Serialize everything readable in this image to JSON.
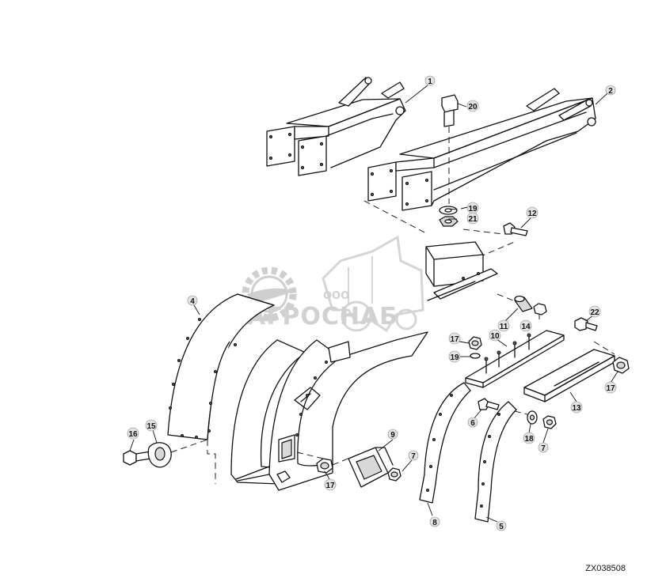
{
  "watermark": {
    "company_prefix": "ООО",
    "company_name": "АГРОСНАБ"
  },
  "drawing_code": "ZX038508",
  "callouts": [
    {
      "id": "c1",
      "label": "1"
    },
    {
      "id": "c2",
      "label": "2"
    },
    {
      "id": "c20",
      "label": "20"
    },
    {
      "id": "c19a",
      "label": "19"
    },
    {
      "id": "c21",
      "label": "21"
    },
    {
      "id": "c12",
      "label": "12"
    },
    {
      "id": "c4",
      "label": "4"
    },
    {
      "id": "c11",
      "label": "11"
    },
    {
      "id": "c14",
      "label": "14"
    },
    {
      "id": "c22",
      "label": "22"
    },
    {
      "id": "c17a",
      "label": "17"
    },
    {
      "id": "c10",
      "label": "10"
    },
    {
      "id": "c19b",
      "label": "19"
    },
    {
      "id": "c17b",
      "label": "17"
    },
    {
      "id": "c13",
      "label": "13"
    },
    {
      "id": "c6",
      "label": "6"
    },
    {
      "id": "c18a",
      "label": "18"
    },
    {
      "id": "c7a",
      "label": "7"
    },
    {
      "id": "c16",
      "label": "16"
    },
    {
      "id": "c15",
      "label": "15"
    },
    {
      "id": "c9",
      "label": "9"
    },
    {
      "id": "c7b",
      "label": "7"
    },
    {
      "id": "c17c",
      "label": "17"
    },
    {
      "id": "c8",
      "label": "8"
    },
    {
      "id": "c5",
      "label": "5"
    },
    {
      "id": "c18b",
      "label": "18"
    }
  ]
}
